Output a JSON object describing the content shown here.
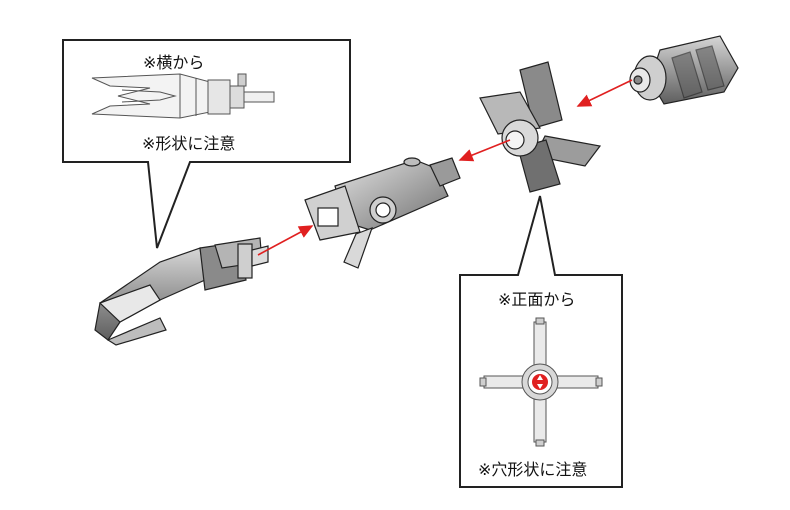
{
  "callouts": {
    "side": {
      "title": "※横から",
      "note": "※形状に注意"
    },
    "front": {
      "title": "※正面から",
      "note": "※穴形状に注意"
    }
  },
  "colors": {
    "arrow": "#e02020",
    "part_dark": "#6b6b6b",
    "part_mid": "#9a9a9a",
    "part_light": "#cfcfcf",
    "outline": "#222222"
  }
}
